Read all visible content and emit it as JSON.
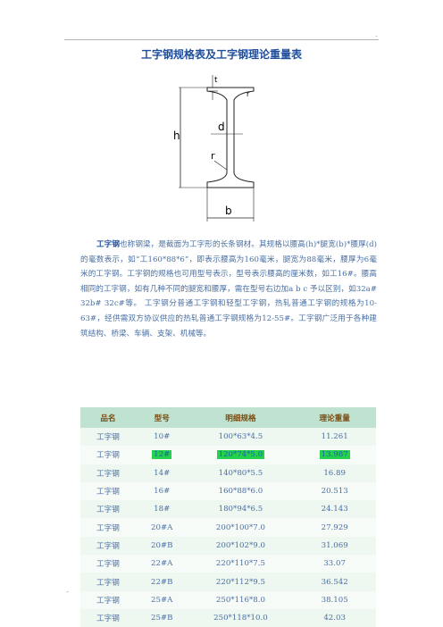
{
  "page": {
    "corner_mark": ".",
    "footer_mark": "-",
    "accent_color": "#1f4e9c",
    "highlight_color": "#24d24b"
  },
  "title": "工字钢规格表及工字钢理论重量表",
  "diagram": {
    "label_h": "h",
    "label_d": "d",
    "label_r": "r",
    "label_b": "b",
    "label_t": "t",
    "label_r1": "r"
  },
  "intro": {
    "lead": "工字钢",
    "body": "也称钢梁，是截面为工字形的长条钢材。其规格以腰高(h)*腿宽(b)*腰厚(d)的毫数表示，如“工160*88*6”，即表示腰高为160毫米，腿宽为88毫米，腰厚为6毫米的工字钢。工字钢的规格也可用型号表示，型号表示腰高的厘米数，如工16#。腰高相同的工字钢，如有几种不同的腿宽和腰厚，需在型号右边加a b c 予以区别，如32a# 32b# 32c#等。 工字钢分普通工字钢和轻型工字钢，热轧普通工字钢的规格为10-63#，经供需双方协议供应的热轧普通工字钢规格为12-55#。工字钢广泛用于各种建筑结构、桥梁、车辆、支架、机械等。"
  },
  "table": {
    "headers": [
      "品名",
      "型号",
      "明细规格",
      "理论重量"
    ],
    "rows": [
      {
        "name": "工字钢",
        "model": "10#",
        "spec": "100*63*4.5",
        "weight": "11.261",
        "highlight": false
      },
      {
        "name": "工字钢",
        "model": "12#",
        "spec": "120*74*5.0",
        "weight": "13.987",
        "highlight": true
      },
      {
        "name": "工字钢",
        "model": "14#",
        "spec": "140*80*5.5",
        "weight": "16.89",
        "highlight": false
      },
      {
        "name": "工字钢",
        "model": "16#",
        "spec": "160*88*6.0",
        "weight": "20.513",
        "highlight": false
      },
      {
        "name": "工字钢",
        "model": "18#",
        "spec": "180*94*6.5",
        "weight": "24.143",
        "highlight": false
      },
      {
        "name": "工字钢",
        "model": "20#A",
        "spec": "200*100*7.0",
        "weight": "27.929",
        "highlight": false
      },
      {
        "name": "工字钢",
        "model": "20#B",
        "spec": "200*102*9.0",
        "weight": "31.069",
        "highlight": false
      },
      {
        "name": "工字钢",
        "model": "22#A",
        "spec": "220*110*7.5",
        "weight": "33.07",
        "highlight": false
      },
      {
        "name": "工字钢",
        "model": "22#B",
        "spec": "220*112*9.5",
        "weight": "36.542",
        "highlight": false
      },
      {
        "name": "工字钢",
        "model": "25#A",
        "spec": "250*116*8.0",
        "weight": "38.105",
        "highlight": false
      },
      {
        "name": "工字钢",
        "model": "25#B",
        "spec": "250*118*10.0",
        "weight": "42.03",
        "highlight": false
      }
    ]
  }
}
